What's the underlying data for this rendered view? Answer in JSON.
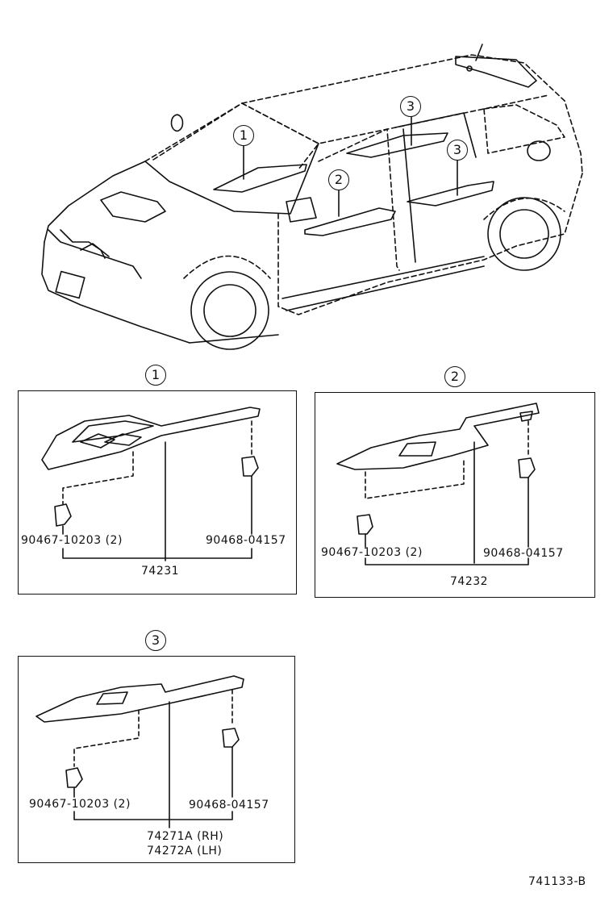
{
  "callouts": {
    "one": "1",
    "two": "2",
    "three": "3"
  },
  "panel1": {
    "clip_left": "90467-10203 (2)",
    "clip_right": "90468-04157",
    "assembly": "74231"
  },
  "panel2": {
    "clip_left": "90467-10203 (2)",
    "clip_right": "90468-04157",
    "assembly": "74232"
  },
  "panel3": {
    "clip_left": "90467-10203 (2)",
    "clip_right": "90468-04157",
    "assembly_rh": "74271A (RH)",
    "assembly_lh": "74272A (LH)"
  },
  "figure_ref": "741133-B"
}
